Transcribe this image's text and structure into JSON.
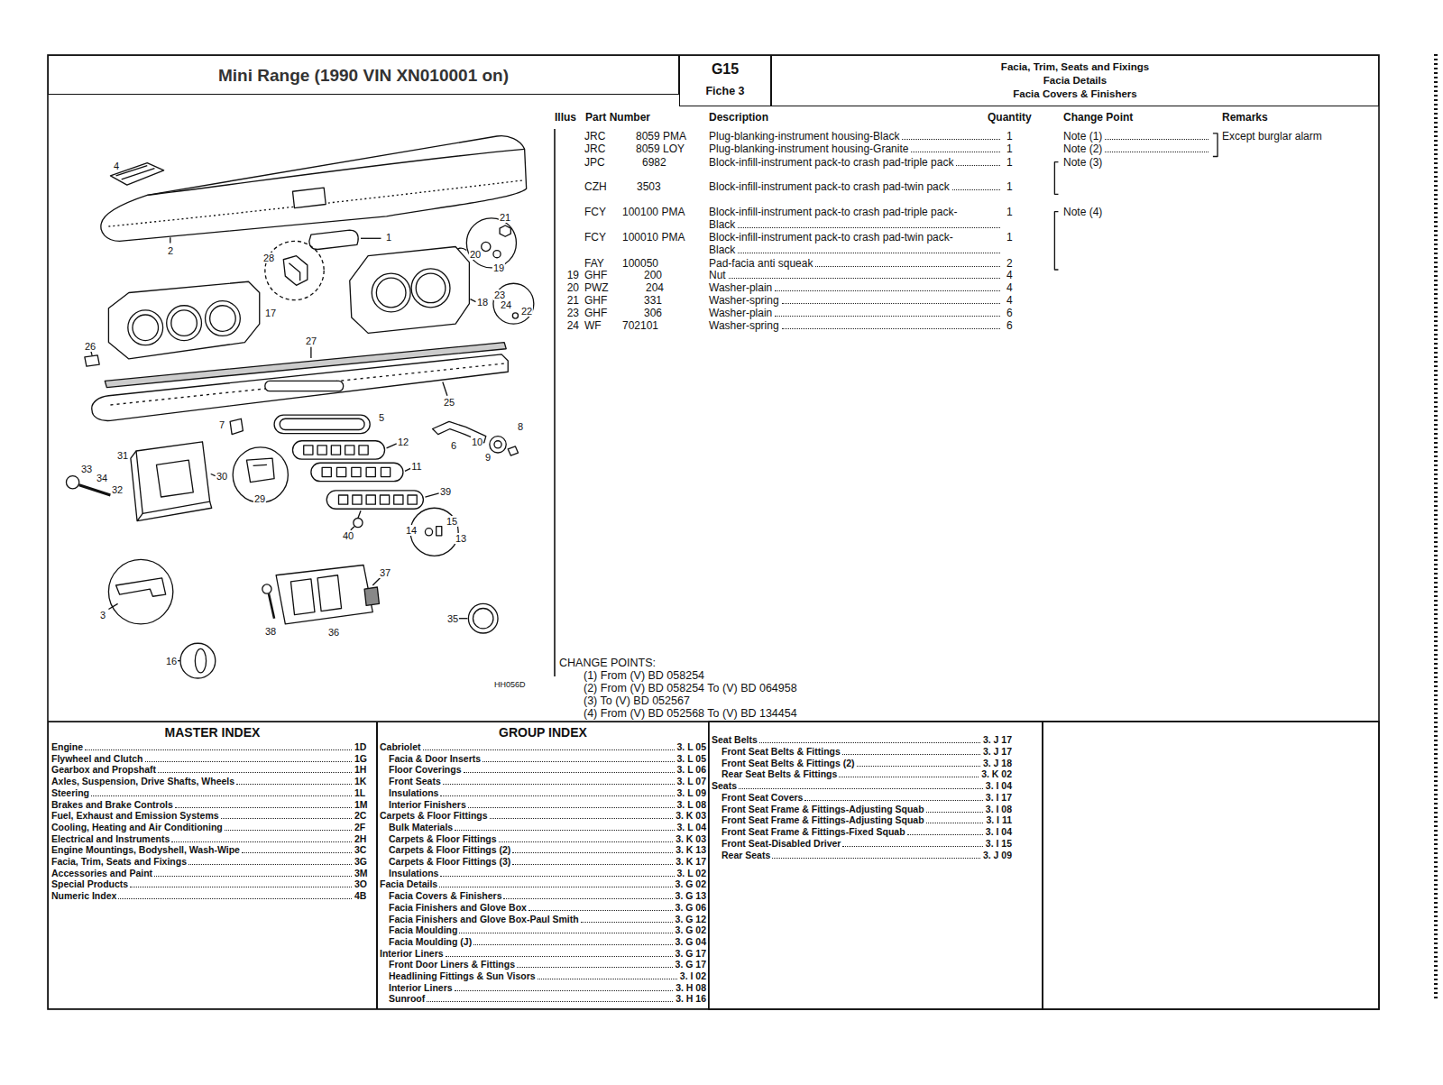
{
  "diagram": {
    "nodes": [
      {
        "text": [
          "Mini Range (1990 VIN XN010001 on)"
        ]
      },
      {
        "text": [
          "G15",
          "Fiche 3"
        ]
      },
      {
        "text": [
          "Facia, Trim, Seats and Fixings",
          "Facia Details",
          "Facia Covers & Finishers"
        ]
      },
      {
        "text": [
          "MASTER INDEX"
        ]
      },
      {
        "text": [
          "GROUP INDEX"
        ]
      }
    ],
    "labels": [
      "Illus",
      "Part Number",
      "Description",
      "Quantity",
      "Change Point",
      "Remarks",
      "JRC",
      "8059 PMA",
      "Plug-blanking-instrument housing-Black",
      "1",
      "Note (1)",
      "Except burglar alarm",
      "JRC",
      "8059 LOY",
      "Plug-blanking-instrument housing-Granite",
      "1",
      "Note (2)",
      "JPC",
      "6982",
      "Block-infill-instrument pack-to crash pad-triple pack",
      "1",
      "Note (3)",
      "CZH",
      "3503",
      "Block-infill-instrument pack-to crash pad-twin pack",
      "1",
      "FCY",
      "100100 PMA",
      "Block-infill-instrument pack-to crash pad-triple pack-Black",
      "1",
      "Note (4)",
      "FCY",
      "100010 PMA",
      "Block-infill-instrument pack-to crash pad-twin pack-Black",
      "1",
      "FAY",
      "100050",
      "Pad-facia anti squeak",
      "2",
      "19",
      "GHF",
      "200",
      "Nut",
      "4",
      "20",
      "PWZ",
      "204",
      "Washer-plain",
      "4",
      "21",
      "GHF",
      "331",
      "Washer-spring",
      "4",
      "23",
      "GHF",
      "306",
      "Washer-plain",
      "6",
      "24",
      "WF",
      "702101",
      "Washer-spring",
      "6",
      "CHANGE POINTS:",
      "(1) From (V) BD 058254",
      "(2) From (V) BD 058254 To (V) BD 064958",
      "(3) To (V) BD 052567",
      "(4) From (V) BD 052568 To (V) BD 134454",
      "HH056D",
      "4",
      "2",
      "1",
      "28",
      "21",
      "20",
      "19",
      "17",
      "18",
      "23",
      "24",
      "22",
      "26",
      "27",
      "25",
      "7",
      "5",
      "12",
      "6",
      "10",
      "9",
      "8",
      "31",
      "30",
      "33",
      "34",
      "32",
      "29",
      "11",
      "39",
      "40",
      "14",
      "15",
      "13",
      "3",
      "37",
      "35",
      "38",
      "36",
      "16",
      "Engine",
      "1D",
      "Flywheel and Clutch",
      "1G",
      "Gearbox and Propshaft",
      "1H",
      "Axles, Suspension, Drive Shafts, Wheels",
      "1K",
      "Steering",
      "1L",
      "Brakes and Brake Controls",
      "1M",
      "Fuel, Exhaust and Emission Systems",
      "2C",
      "Cooling, Heating and Air Conditioning",
      "2F",
      "Electrical and Instruments",
      "2H",
      "Engine Mountings, Bodyshell, Wash-Wipe",
      "3C",
      "Facia, Trim, Seats and Fixings",
      "3G",
      "Accessories and Paint",
      "3M",
      "Special Products",
      "3O",
      "Numeric Index",
      "4B",
      "Cabriolet",
      "3. L 05",
      "Facia & Door Inserts",
      "3. L 05",
      "Floor Coverings",
      "3. L 06",
      "Front Seats",
      "3. L 07",
      "Insulations",
      "3. L 09",
      "Interior Finishers",
      "3. L 08",
      "Carpets & Floor Fittings",
      "3. K 03",
      "Bulk Materials",
      "3. L 04",
      "Carpets & Floor Fittings",
      "3. K 03",
      "Carpets & Floor Fittings (2)",
      "3. K 13",
      "Carpets & Floor Fittings (3)",
      "3. K 17",
      "Insulations",
      "3. L 02",
      "Facia Details",
      "3. G 02",
      "Facia Covers & Finishers",
      "3. G 13",
      "Facia Finishers and Glove Box",
      "3. G 06",
      "Facia Finishers and Glove Box-Paul Smith",
      "3. G 12",
      "Facia Moulding",
      "3. G 02",
      "Facia Moulding (J)",
      "3. G 04",
      "Interior Liners",
      "3. G 17",
      "Front Door Liners & Fittings",
      "3. G 17",
      "Headlining Fittings & Sun Visors",
      "3. I 02",
      "Interior Liners",
      "3. H 08",
      "Sunroof",
      "3. H 16",
      "Seat Belts",
      "3. J 17",
      "Front Seat Belts & Fittings",
      "3. J 17",
      "Front Seat Belts & Fittings (2)",
      "3. J 18",
      "Rear Seat Belts & Fittings",
      "3. K 02",
      "Seats",
      "3. I 04",
      "Front Seat Covers",
      "3. I 17",
      "Front Seat Frame & Fittings-Adjusting Squab",
      "3. I 08",
      "Front Seat Frame & Fittings-Adjusting Squab",
      "3. I 11",
      "Front Seat Frame & Fittings-Fixed Squab",
      "3. I 04",
      "Front Seat-Disabled Driver",
      "3. I 15",
      "Rear Seats",
      "3. J 09"
    ]
  }
}
